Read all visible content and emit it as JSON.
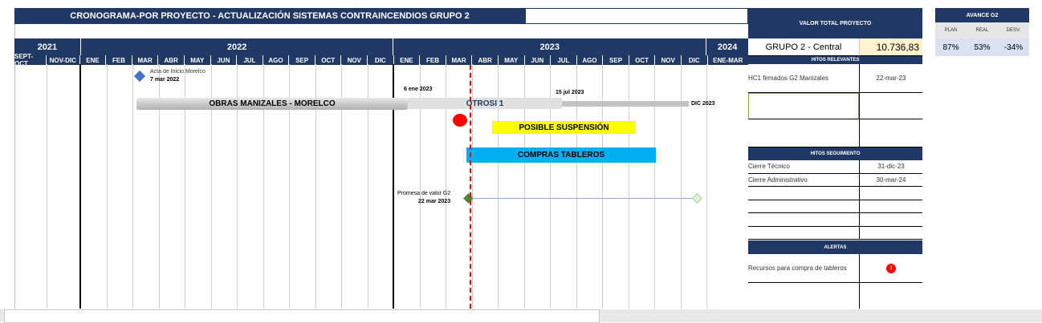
{
  "header": {
    "title": "CRONOGRAMA-POR PROYECTO  - ACTUALIZACIÓN SISTEMAS CONTRAINCENDIOS GRUPO 2"
  },
  "timeline": {
    "years": [
      "2021",
      "2022",
      "2023",
      "2024"
    ],
    "months": [
      "SEPT-OCT",
      "NOV-DIC",
      "ENE",
      "FEB",
      "MAR",
      "ABR",
      "MAY",
      "JUN",
      "JUL",
      "AGO",
      "SEP",
      "OCT",
      "NOV",
      "DIC",
      "ENE",
      "FEB",
      "MAR",
      "ABR",
      "MAY",
      "JUN",
      "JUL",
      "AGO",
      "SEP",
      "OCT",
      "NOV",
      "DIC",
      "ENE-MAR"
    ]
  },
  "milestones": {
    "acta_label": "Acta de Inicio Morelco",
    "acta_date": "7 mar 2022",
    "ene_2023": "6 ene 2023",
    "jul_2023": "15 jul 2023",
    "dic_2023": "DIC 2023",
    "promesa_label": "Promesa de valor G2",
    "promesa_date": "22 mar 2023"
  },
  "bars": {
    "obras": "OBRAS MANIZALES - MORELCO",
    "otrosi": "OTROSI 1",
    "suspension": "POSIBLE SUSPENSIÓN",
    "compras": "COMPRAS TABLEROS"
  },
  "colors": {
    "navy": "#1f3864",
    "yellow": "#ffff00",
    "cyan": "#00b0f0",
    "red": "#ff0000",
    "diamond_blue": "#4472c4",
    "diamond_green": "#548235"
  },
  "panel": {
    "valor_total_label": "VALOR TOTAL PROYECTO",
    "grupo_label": "GRUPO 2 - Central",
    "grupo_value": "10.736,83",
    "hitos_relevantes_title": "HITOS RELEVANTES",
    "hitos_relevantes": [
      {
        "name": "HC1 firmados G2 Manizales",
        "date": "22-mar-23"
      }
    ],
    "hitos_seguimiento_title": "HITOS SEGUIMIENTO",
    "hitos_seguimiento": [
      {
        "name": "Cierre Técnico",
        "date": "31-dic-23"
      },
      {
        "name": "Cierre Administrativo",
        "date": "30-mar-24"
      }
    ],
    "alertas_title": "ALERTAS",
    "alertas": [
      {
        "name": "Recursos para compra de tableros",
        "badge": "1"
      }
    ]
  },
  "avance": {
    "title": "AVANCE G2",
    "headers": [
      "PLAN",
      "REAL",
      "DESV."
    ],
    "values": [
      "87%",
      "53%",
      "-34%"
    ]
  }
}
